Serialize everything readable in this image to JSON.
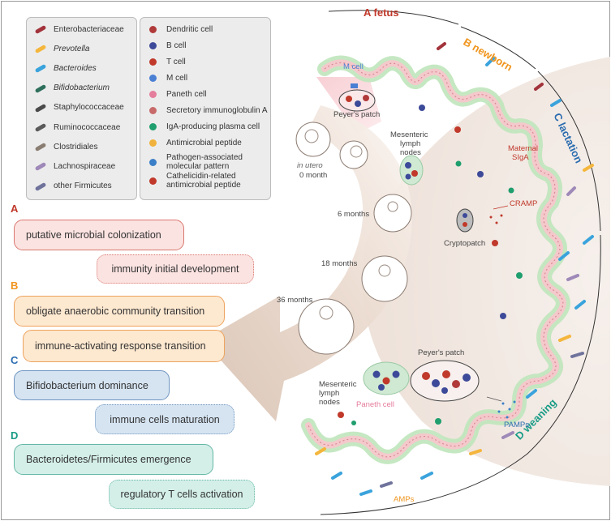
{
  "legend": {
    "bacteria": [
      {
        "label": "Enterobacteriaceae",
        "icon": "enterobacteriaceae-icon",
        "color": "#a2333b",
        "italic": false
      },
      {
        "label": "Prevotella",
        "icon": "prevotella-icon",
        "color": "#f4b63c",
        "italic": true
      },
      {
        "label": "Bacteroides",
        "icon": "bacteroides-icon",
        "color": "#3aa3dc",
        "italic": true
      },
      {
        "label": "Bifidobacterium",
        "icon": "bifidobacterium-icon",
        "color": "#2e6f5b",
        "italic": true
      },
      {
        "label": "Staphylococcaceae",
        "icon": "staphylococcaceae-icon",
        "color": "#4a4a4a",
        "italic": false
      },
      {
        "label": "Ruminococcaceae",
        "icon": "ruminococcaceae-icon",
        "color": "#5a5a5a",
        "italic": false
      },
      {
        "label": "Clostridiales",
        "icon": "clostridiales-icon",
        "color": "#8a7d72",
        "italic": false
      },
      {
        "label": "Lachnospiraceae",
        "icon": "lachnospiraceae-icon",
        "color": "#9e89b8",
        "italic": false
      },
      {
        "label": "other Firmicutes",
        "icon": "firmicutes-icon",
        "color": "#6f739c",
        "italic": false
      }
    ],
    "immune": [
      {
        "label": "Dendritic cell",
        "icon": "dendritic-cell-icon",
        "color": "#b03a3a",
        "lines": 1
      },
      {
        "label": "B cell",
        "icon": "b-cell-icon",
        "color": "#3d4a99",
        "lines": 1
      },
      {
        "label": "T cell",
        "icon": "t-cell-icon",
        "color": "#c0392b",
        "lines": 1
      },
      {
        "label": "M cell",
        "icon": "m-cell-icon",
        "color": "#4a7fd4",
        "lines": 1
      },
      {
        "label": "Paneth cell",
        "icon": "paneth-cell-icon",
        "color": "#e57d9c",
        "lines": 1
      },
      {
        "label": "Secretory immunoglobulin A",
        "icon": "siga-icon",
        "color": "#c86a6a",
        "lines": 1
      },
      {
        "label": "IgA-producing plasma cell",
        "icon": "plasma-cell-icon",
        "color": "#1f9e6e",
        "lines": 1
      },
      {
        "label": "Antimicrobial peptide",
        "icon": "amp-icon",
        "color": "#f0b23c",
        "lines": 1
      },
      {
        "label": "Pathogen-associated molecular pattern",
        "icon": "pamp-icon",
        "color": "#3a7fc7",
        "lines": 2
      },
      {
        "label": "Cathelicidin-related antimicrobial peptide",
        "icon": "cramp-icon",
        "color": "#c0392b",
        "lines": 2
      }
    ]
  },
  "sections": [
    {
      "letter": "A",
      "color": "#c0392b",
      "items": [
        "putative microbial colonization",
        "immunity initial development"
      ],
      "fill": "#fbe3e1",
      "border": "#d9786f"
    },
    {
      "letter": "B",
      "color": "#f0951e",
      "items": [
        "obligate anaerobic community transition",
        "immune-activating response transition"
      ],
      "fill": "#fde8d0",
      "border": "#eda35d"
    },
    {
      "letter": "C",
      "color": "#2a6cb0",
      "items": [
        "Bifidobacterium dominance",
        "immune cells maturation"
      ],
      "fill": "#d6e4f2",
      "border": "#6f95bf"
    },
    {
      "letter": "D",
      "color": "#1a9c87",
      "items": [
        "Bacteroidetes/Firmicutes emergence",
        "regulatory T cells activation"
      ],
      "fill": "#d4efe8",
      "border": "#66b8a6"
    }
  ],
  "stages": [
    {
      "letter": "A",
      "name": "fetus",
      "color": "#c0392b"
    },
    {
      "letter": "B",
      "name": "newborn",
      "color": "#f0951e"
    },
    {
      "letter": "C",
      "name": "lactation",
      "color": "#2a6cb0"
    },
    {
      "letter": "D",
      "name": "weaning",
      "color": "#1a9c87"
    }
  ],
  "timeline": {
    "in_utero": "in utero",
    "month0": "0 month",
    "month6": "6 months",
    "month18": "18 months",
    "month36": "36 months"
  },
  "labels": {
    "m_cell": "M cell",
    "peyers_top": "Peyer's patch",
    "mln_top": [
      "Mesenteric",
      "lymph",
      "nodes"
    ],
    "maternal_siga": [
      "Maternal",
      "SIgA"
    ],
    "cramp": "CRAMP",
    "cryptopatch": "Cryptopatch",
    "peyers_bottom": "Peyer's patch",
    "mln_bottom": [
      "Mesenteric",
      "lymph",
      "nodes"
    ],
    "paneth": "Paneth cell",
    "pamps": "PAMPs",
    "amps": "AMPs"
  },
  "colors": {
    "mucosa_green": "#b7e3b4",
    "epithelium": "#f4cfd0",
    "lumen": "#f3ece8",
    "arrow": "#e6d5c8"
  }
}
